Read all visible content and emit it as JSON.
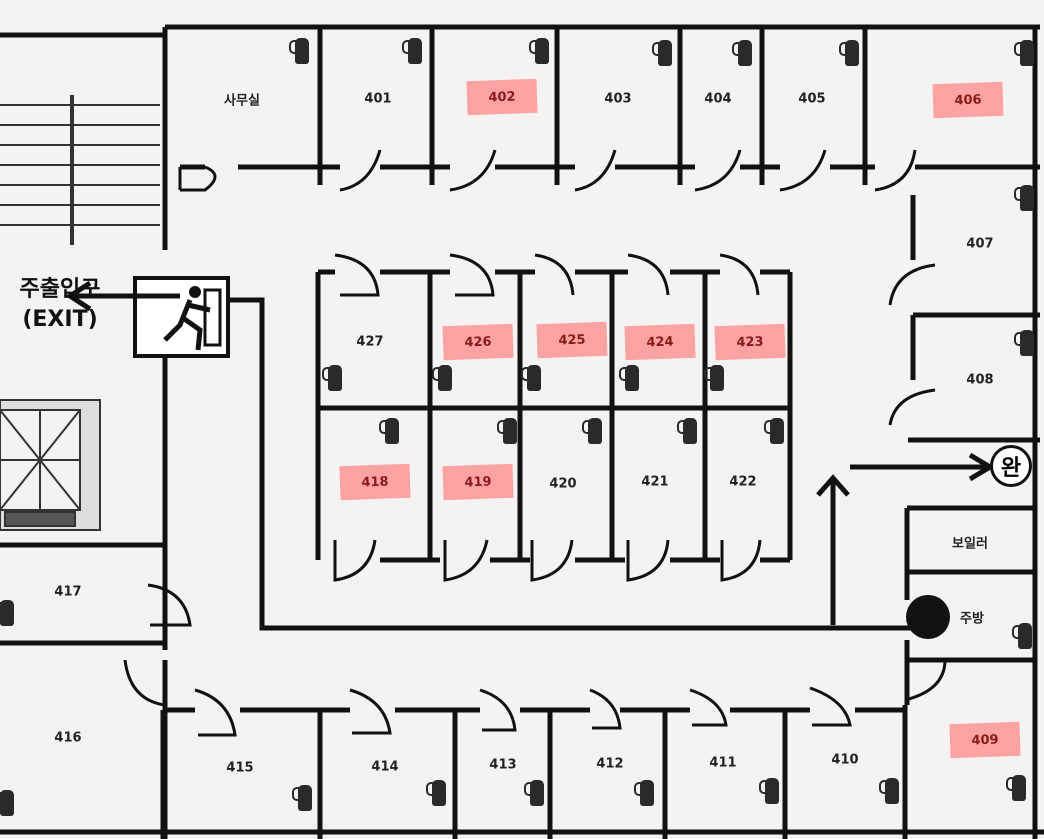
{
  "exit": {
    "korean": "주출입구",
    "english": "(EXIT)"
  },
  "completion_marker": "완",
  "colors": {
    "wall": "#111111",
    "highlight_note": "#ff7878",
    "background": "#f4f3f1"
  },
  "icons": [
    "fire-extinguisher-icon",
    "emergency-exit-icon",
    "stairs-icon",
    "elevator-icon",
    "arrow-icon"
  ],
  "rooms": {
    "office": "사무실",
    "r401": "401",
    "r402": "402",
    "r403": "403",
    "r404": "404",
    "r405": "405",
    "r406": "406",
    "r407": "407",
    "r408": "408",
    "boiler": "보일러",
    "kitchen": "주방",
    "r409": "409",
    "r427": "427",
    "r426": "426",
    "r425": "425",
    "r424": "424",
    "r423": "423",
    "r418": "418",
    "r419": "419",
    "r420": "420",
    "r421": "421",
    "r422": "422",
    "r417": "417",
    "r416": "416",
    "r415": "415",
    "r414": "414",
    "r413": "413",
    "r412": "412",
    "r411": "411",
    "r410": "410"
  },
  "highlighted_rooms": [
    "402",
    "406",
    "426",
    "425",
    "424",
    "423",
    "418",
    "419",
    "409"
  ]
}
